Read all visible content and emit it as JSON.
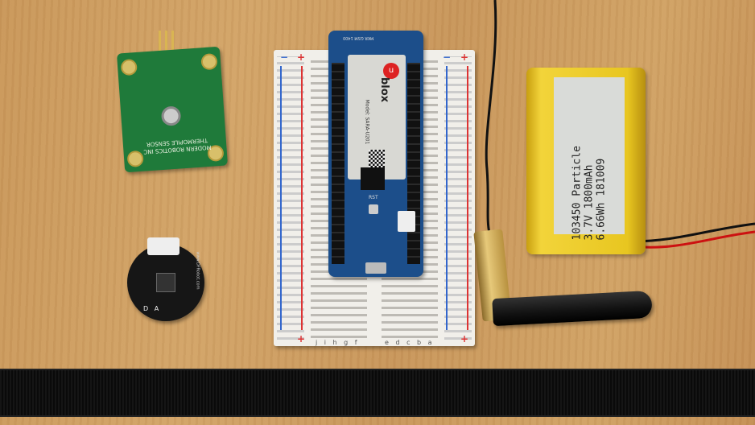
{
  "battery": {
    "lines": [
      "103450 Particle",
      "3.7V 1800mAh",
      "6.66Wh 181009"
    ]
  },
  "cellular_module": {
    "logo_letter": "u",
    "brand": "blox",
    "model": "Model: SARA-U201"
  },
  "arduino": {
    "board_label": "MKR GSM 1400",
    "button_label": "RST"
  },
  "thermopile_board": {
    "text": [
      "MODERN ROBOTICS INC",
      "THERMOPILE SENSOR"
    ]
  },
  "round_board": {
    "pin_labels": "D   A",
    "brand": "www.DFRobot.com"
  },
  "breadboard": {
    "plus": "+",
    "minus": "−",
    "columns_left": "j i h g f",
    "columns_right": "e d c b a"
  },
  "colors": {
    "wood": "#c9975a",
    "pcb_green": "#1f7a3a",
    "arduino_blue": "#1c4e8a",
    "battery_yellow": "#f2d43a"
  }
}
